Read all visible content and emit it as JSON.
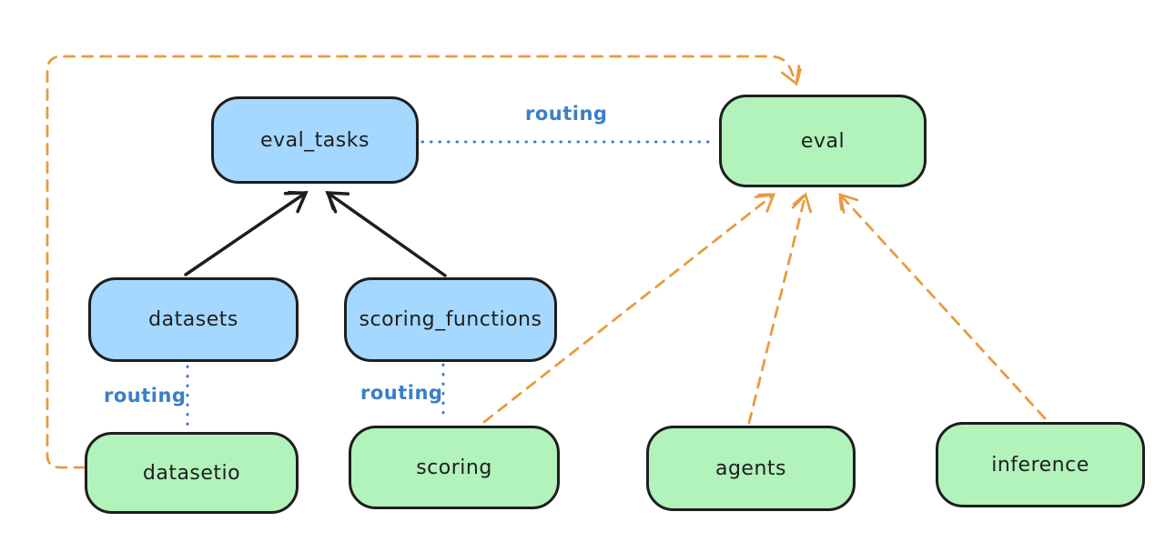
{
  "diagram": {
    "nodes": [
      {
        "id": "eval_tasks",
        "label": "eval_tasks",
        "fill": "blue"
      },
      {
        "id": "eval",
        "label": "eval",
        "fill": "green"
      },
      {
        "id": "datasets",
        "label": "datasets",
        "fill": "blue"
      },
      {
        "id": "scoring_functions",
        "label": "scoring_functions",
        "fill": "blue"
      },
      {
        "id": "datasetio",
        "label": "datasetio",
        "fill": "green"
      },
      {
        "id": "scoring",
        "label": "scoring",
        "fill": "green"
      },
      {
        "id": "agents",
        "label": "agents",
        "fill": "green"
      },
      {
        "id": "inference",
        "label": "inference",
        "fill": "green"
      }
    ],
    "edges": [
      {
        "from": "datasets",
        "to": "eval_tasks",
        "style": "solid",
        "color": "black",
        "arrow": true
      },
      {
        "from": "scoring_functions",
        "to": "eval_tasks",
        "style": "solid",
        "color": "black",
        "arrow": true
      },
      {
        "from": "eval_tasks",
        "to": "eval",
        "style": "dotted",
        "color": "blue",
        "arrow": false,
        "label": "routing"
      },
      {
        "from": "datasets",
        "to": "datasetio",
        "style": "dotted",
        "color": "blue",
        "arrow": false,
        "label": "routing"
      },
      {
        "from": "scoring_functions",
        "to": "scoring",
        "style": "dotted",
        "color": "blue",
        "arrow": false,
        "label": "routing"
      },
      {
        "from": "datasetio",
        "to": "eval",
        "style": "dashed",
        "color": "orange",
        "arrow": true
      },
      {
        "from": "scoring",
        "to": "eval",
        "style": "dashed",
        "color": "orange",
        "arrow": true
      },
      {
        "from": "agents",
        "to": "eval",
        "style": "dashed",
        "color": "orange",
        "arrow": true
      },
      {
        "from": "inference",
        "to": "eval",
        "style": "dashed",
        "color": "orange",
        "arrow": true
      }
    ],
    "colors": {
      "blue_fill": "#a5d8ff",
      "green_fill": "#b2f2bb",
      "stroke": "#1e1e1e",
      "routing_blue": "#3a7fc8",
      "dashed_orange": "#e99b3e"
    }
  }
}
